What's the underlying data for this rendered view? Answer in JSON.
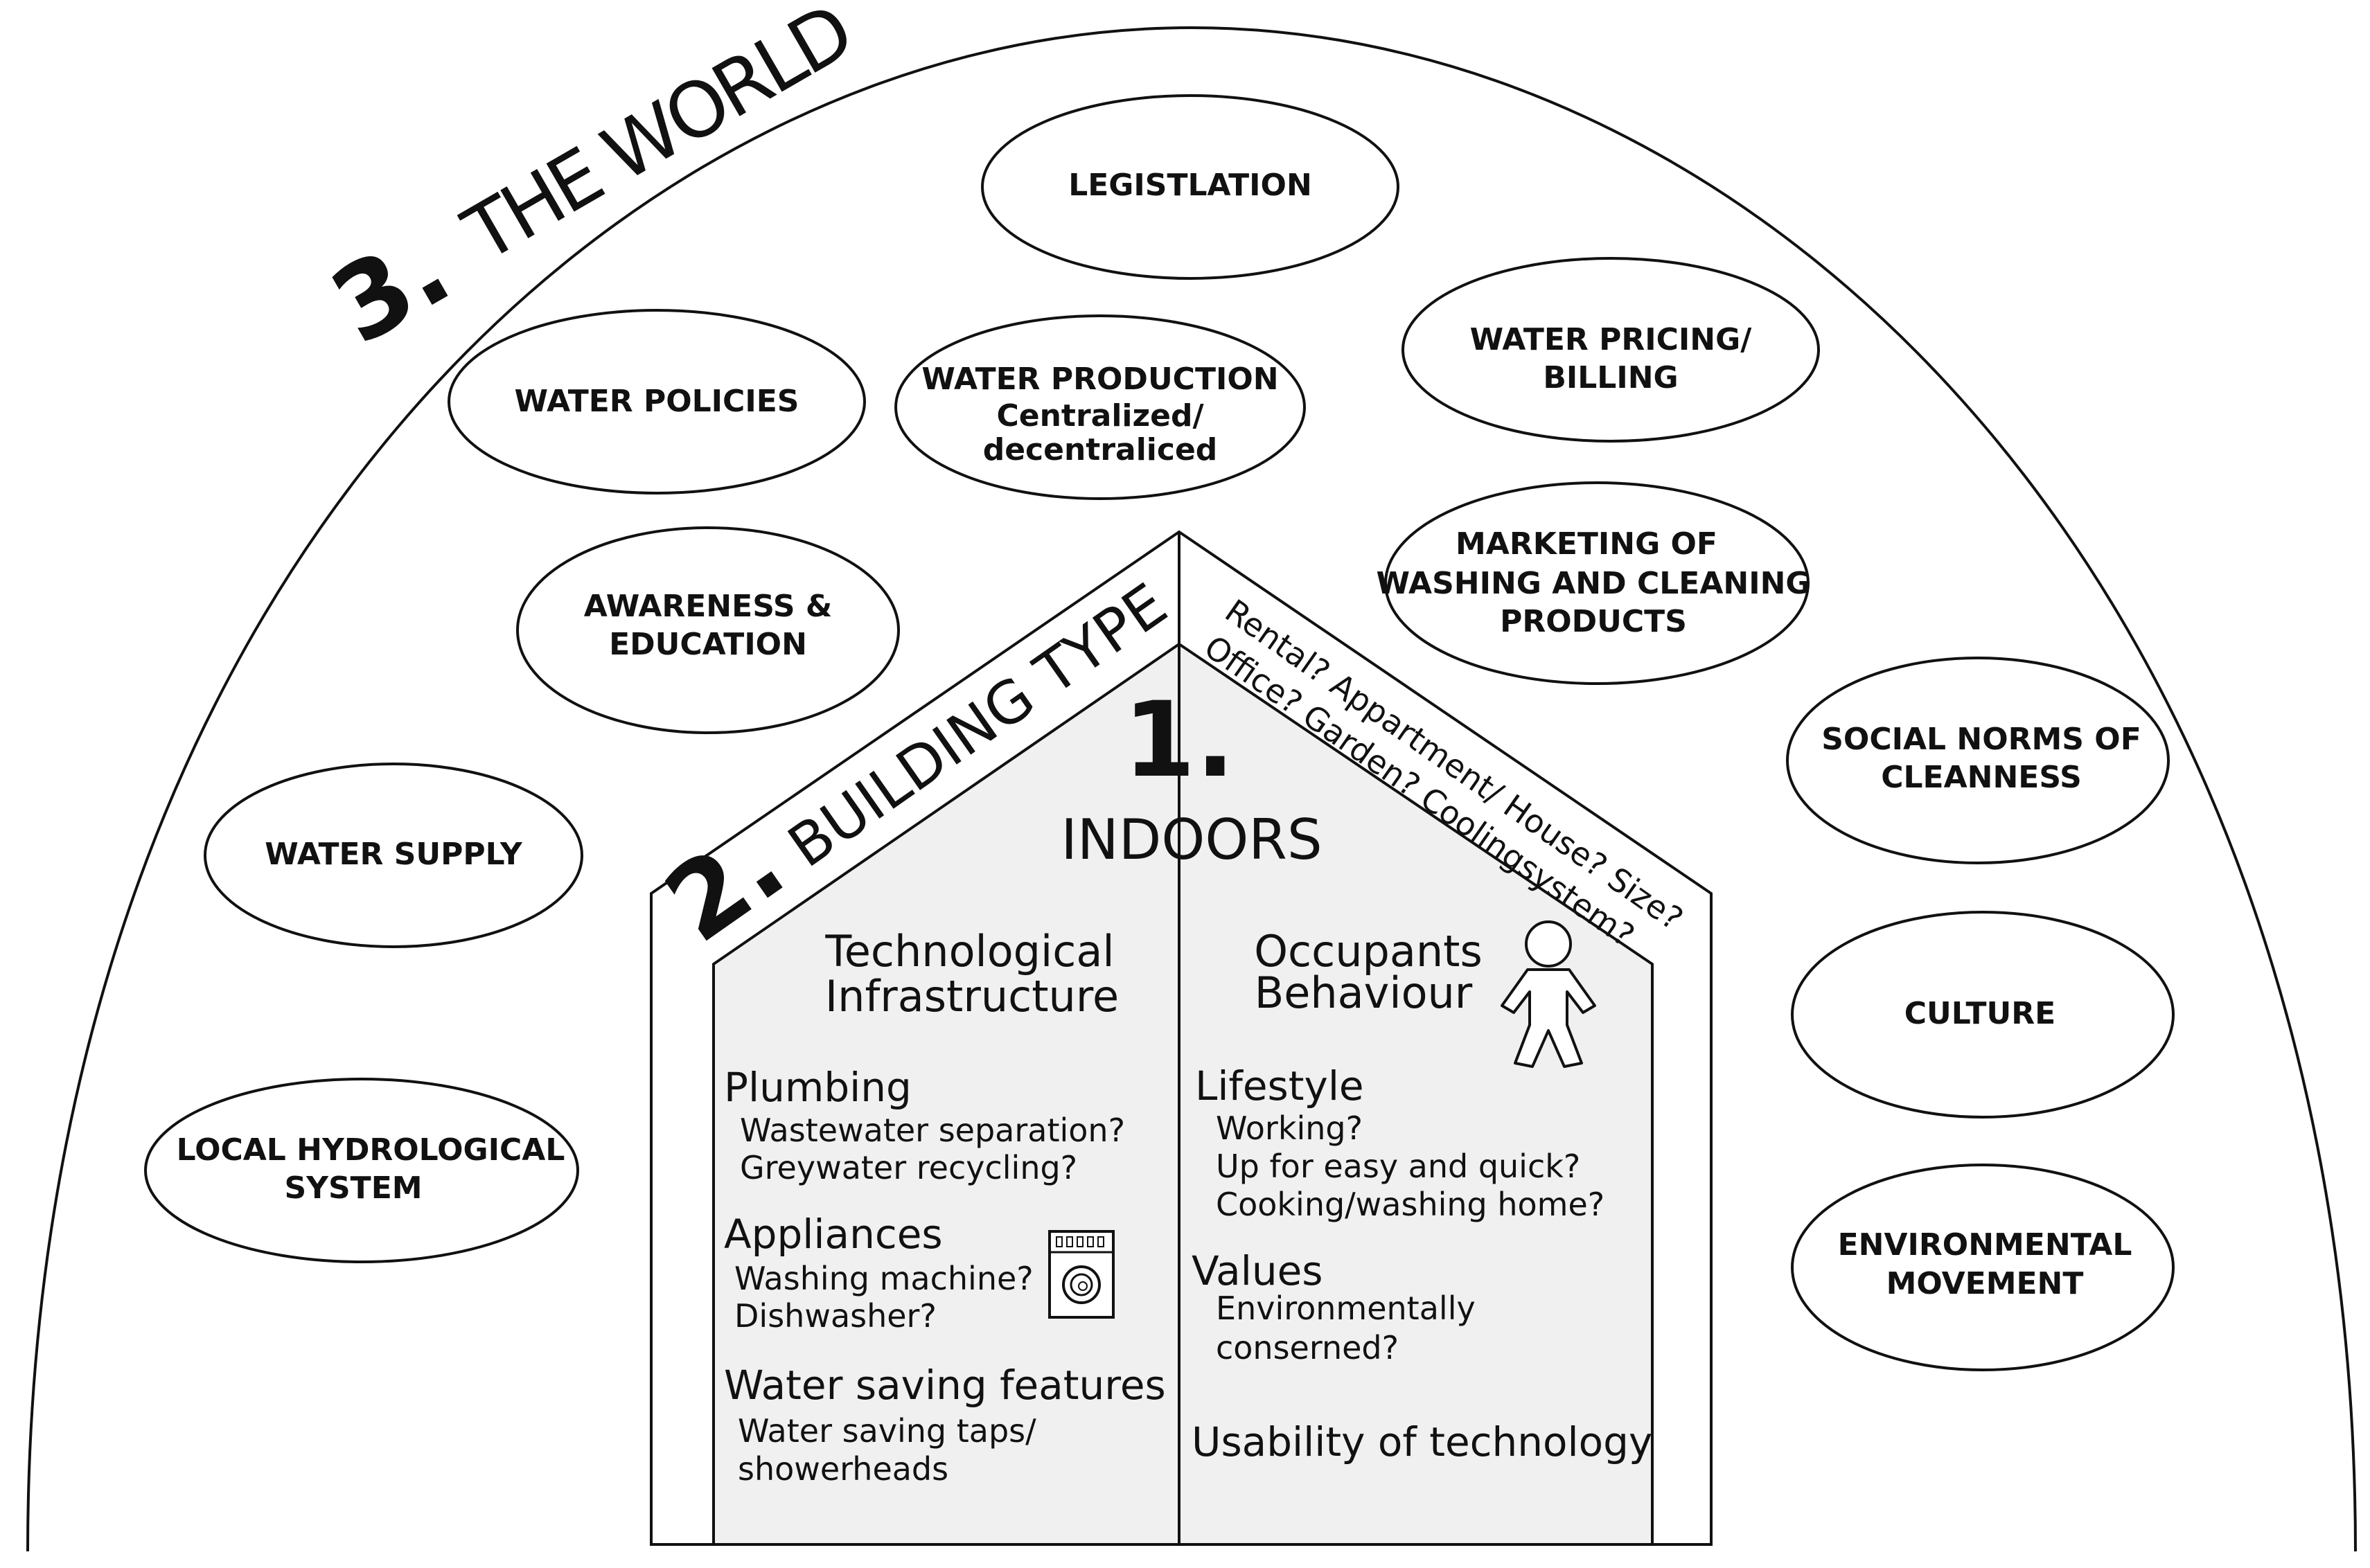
{
  "world": {
    "number": "3.",
    "title": "THE WORLD",
    "factors": [
      {
        "id": "legislation",
        "lines": [
          "LEGISTLATION"
        ]
      },
      {
        "id": "water-pricing",
        "lines": [
          "WATER PRICING/",
          "BILLING"
        ]
      },
      {
        "id": "water-policies",
        "lines": [
          "WATER POLICIES"
        ]
      },
      {
        "id": "water-production",
        "lines": [
          "WATER PRODUCTION",
          "Centralized/",
          "decentraliced"
        ]
      },
      {
        "id": "marketing",
        "lines": [
          "MARKETING OF",
          "WASHING AND CLEANING",
          "PRODUCTS"
        ]
      },
      {
        "id": "awareness",
        "lines": [
          "AWARENESS &",
          "EDUCATION"
        ]
      },
      {
        "id": "social-norms",
        "lines": [
          "SOCIAL NORMS OF",
          "CLEANNESS"
        ]
      },
      {
        "id": "water-supply",
        "lines": [
          "WATER SUPPLY"
        ]
      },
      {
        "id": "culture",
        "lines": [
          "CULTURE"
        ]
      },
      {
        "id": "local-hydrological",
        "lines": [
          "LOCAL HYDROLOGICAL",
          "SYSTEM"
        ]
      },
      {
        "id": "environmental-movement",
        "lines": [
          "ENVIRONMENTAL",
          "MOVEMENT"
        ]
      }
    ]
  },
  "building": {
    "number": "2.",
    "title": "BUILDING TYPE",
    "questions_line1": "Rental? Appartment/ House? Size?",
    "questions_line2": "Office? Garden? Coolingsystem?"
  },
  "indoors": {
    "number": "1.",
    "title": "INDOORS",
    "left": {
      "title_line1": "Technological",
      "title_line2": "Infrastructure",
      "categories": [
        {
          "title": "Plumbing",
          "items": [
            "Wastewater separation?",
            "Greywater recycling?"
          ]
        },
        {
          "title": "Appliances",
          "items": [
            "Washing machine?",
            "Dishwasher?"
          ]
        },
        {
          "title": "Water saving features",
          "items": [
            "Water saving taps/",
            "showerheads"
          ]
        }
      ]
    },
    "right": {
      "title_line1": "Occupants",
      "title_line2": "Behaviour",
      "categories": [
        {
          "title": "Lifestyle",
          "items": [
            "Working?",
            "Up for easy and quick?",
            "Cooking/washing home?"
          ]
        },
        {
          "title": "Values",
          "items": [
            "Environmentally",
            "conserned?"
          ]
        },
        {
          "title": "Usability of technology",
          "items": []
        }
      ]
    }
  },
  "icons": {
    "person": "person-outline-icon",
    "washing_machine": "washing-machine-icon"
  }
}
